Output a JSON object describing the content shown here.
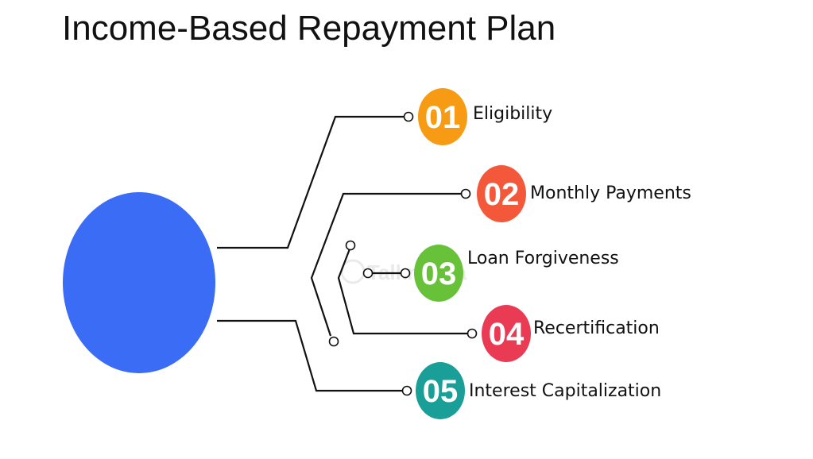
{
  "title": "Income-Based Repayment Plan",
  "watermark": "Talkmania",
  "colors": {
    "hub": "#3b6cf6",
    "line": "#111111"
  },
  "items": [
    {
      "number": "01",
      "label": "Eligibility",
      "color": "#f79b14"
    },
    {
      "number": "02",
      "label": "Monthly Payments",
      "color": "#f4583a"
    },
    {
      "number": "03",
      "label": "Loan Forgiveness",
      "color": "#67c23a"
    },
    {
      "number": "04",
      "label": "Recertification",
      "color": "#ea3b55"
    },
    {
      "number": "05",
      "label": "Interest Capitalization",
      "color": "#1a9e98"
    }
  ]
}
